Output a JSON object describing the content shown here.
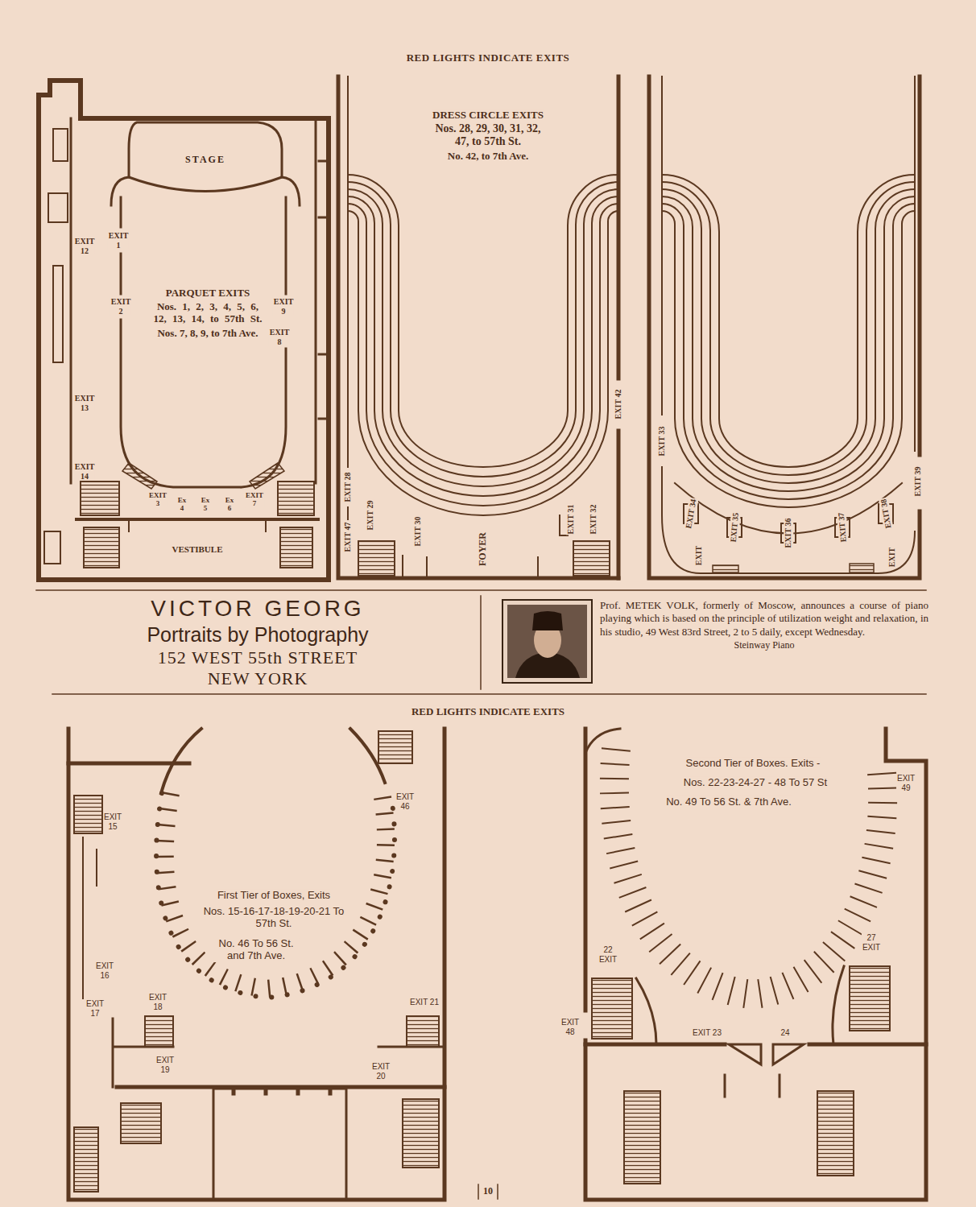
{
  "diagram": {
    "title": "RED LIGHTS INDICATE EXITS",
    "nodes": [
      {
        "text": [
          "STAGE"
        ]
      },
      {
        "text": [
          "VICTOR GEORG",
          "Portraits by Photography",
          "152 WEST 55th STREET NEW YORK"
        ]
      },
      {
        "text": [
          "Prof. METEK VOLK, formerly of Moscow, announces a course of piano playing which is based on the principle of utilization weight and relaxation, in his studio, 49 West 83rd Street, 2 to 5 daily, except Wednesday.",
          "Steinway Piano"
        ]
      }
    ],
    "labels": [
      "EXIT 12",
      "EXIT 1",
      "EXIT 2",
      "PARQUET EXITS",
      "Nos. 1, 2, 3, 4, 5, 6, 12, 13, 14, to 57th St.",
      "Nos. 7, 8, 9, to 7th Ave.",
      "EXIT 9",
      "EXIT 8",
      "EXIT 13",
      "EXIT 14",
      "EXIT 3",
      "Ex 4",
      "Ex 5",
      "Ex 6",
      "EXIT 7",
      "VESTIBULE",
      "DRESS CIRCLE EXITS",
      "Nos. 28, 29, 30, 31, 32, 47, to 57th St.",
      "No. 42, to 7th Ave.",
      "EXIT 42",
      "EXIT 28",
      "EXIT 47",
      "EXIT 29",
      "EXIT 30",
      "EXIT 31",
      "EXIT 32",
      "FOYER",
      "EXIT 33",
      "EXIT 34",
      "EXIT 35",
      "EXIT 36",
      "EXIT 37",
      "EXIT 38",
      "EXIT 39",
      "EXIT",
      "EXIT",
      "RED LIGHTS INDICATE EXITS",
      "EXIT 15",
      "EXIT 46",
      "First Tier of Boxes, Exits",
      "Nos. 15-16-17-18-19-20-21 To 57th St.",
      "No. 46 To 56 St. and 7th Ave.",
      "EXIT 16",
      "EXIT 17",
      "EXIT 18",
      "EXIT 19",
      "EXIT 21",
      "EXIT 20",
      "Second Tier of Boxes. Exits -",
      "Nos. 22-23-24-27 - 48 To 57 St",
      "No. 49 To 56 St. & 7th Ave.",
      "EXIT 49",
      "22 EXIT",
      "27 EXIT",
      "EXIT 48",
      "EXIT 23",
      "24",
      "10"
    ]
  }
}
